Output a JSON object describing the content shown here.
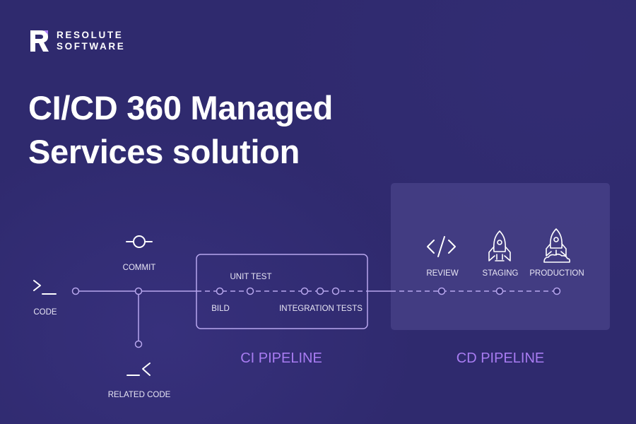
{
  "brand": {
    "line1": "RESOLUTE",
    "line2": "SOFTWARE"
  },
  "headline": {
    "line1": "CI/CD 360 Managed",
    "line2": "Services solution"
  },
  "diagram": {
    "nodes": {
      "code": "CODE",
      "commit": "COMMIT",
      "related_code": "RELATED CODE",
      "unit_test": "UNIT TEST",
      "build": "BILD",
      "integration_tests": "INTEGRATION TESTS",
      "review": "REVIEW",
      "staging": "STAGING",
      "production": "PRODUCTION"
    },
    "ci_pipeline": "CI PIPELINE",
    "cd_pipeline": "CD PIPELINE"
  },
  "colors": {
    "background": "#2f2a6e",
    "line": "#b7a6ee",
    "accent": "#a87cf2",
    "cd_panel": "#453f86"
  }
}
